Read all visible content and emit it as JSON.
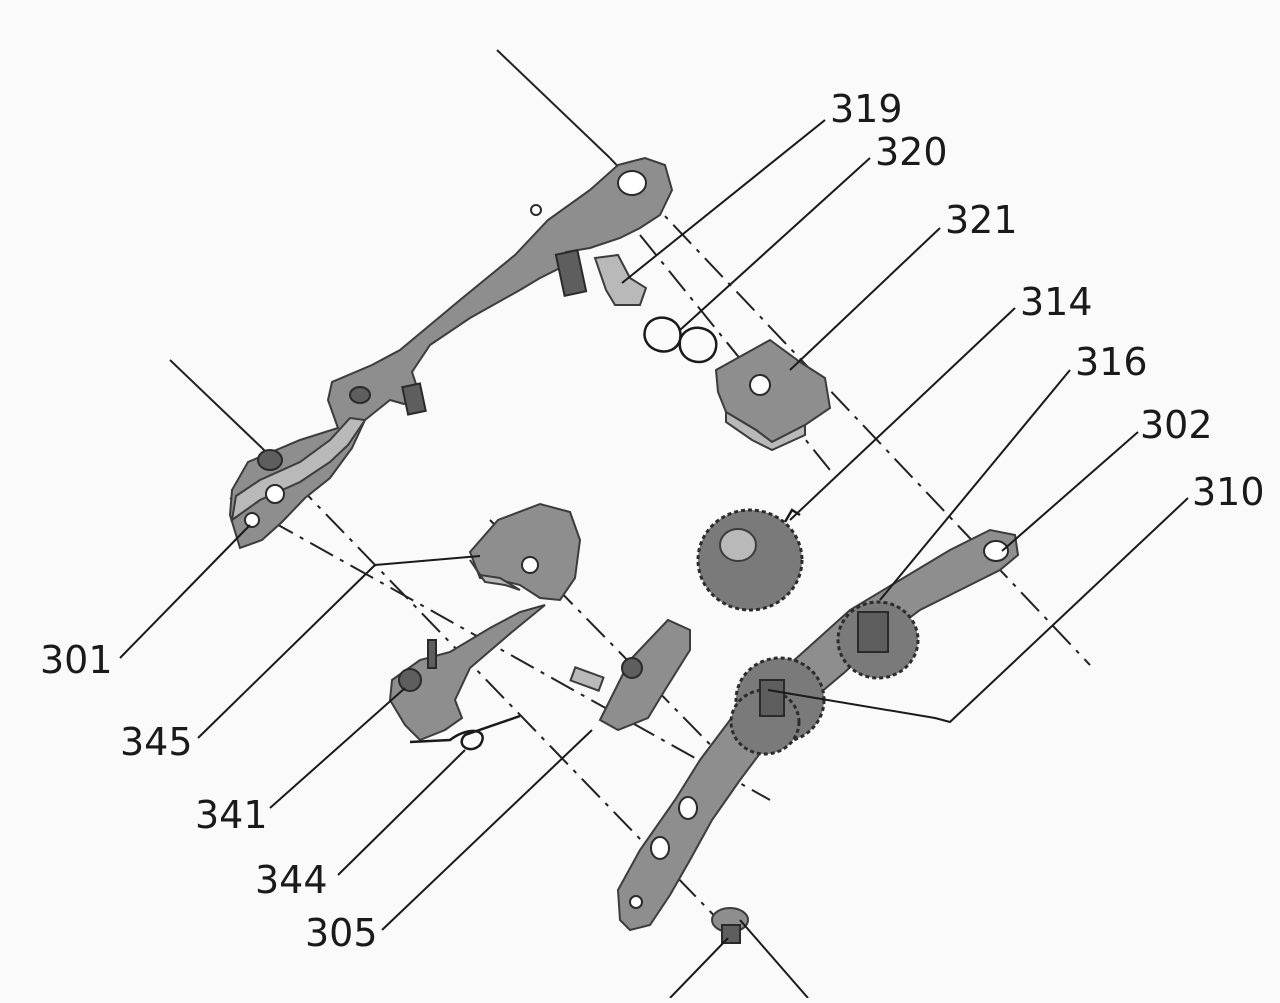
{
  "labels": {
    "p301": "301",
    "p302": "302",
    "p305": "305",
    "p310": "310",
    "p314": "314",
    "p316": "316",
    "p319": "319",
    "p320": "320",
    "p321": "321",
    "p341": "341",
    "p344": "344",
    "p345": "345"
  }
}
